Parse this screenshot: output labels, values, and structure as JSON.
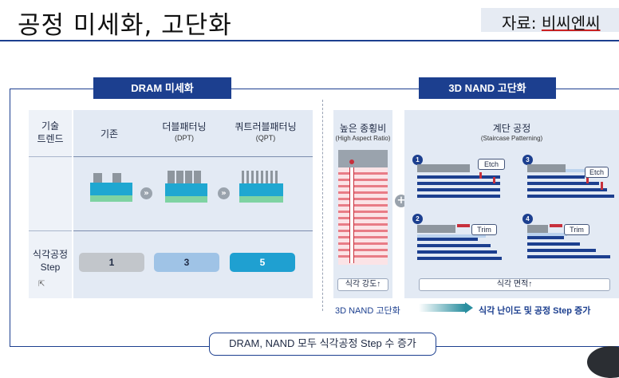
{
  "header": {
    "title": "공정 미세화, 고단화",
    "source_label": "자료: ",
    "source_value": "비씨엔씨"
  },
  "dram": {
    "section_title": "DRAM 미세화",
    "row_labels": {
      "trend": "기술\n트렌드",
      "etch_step": "식각공정\nStep"
    },
    "columns": [
      {
        "name": "기존",
        "sub": ""
      },
      {
        "name": "더블패터닝",
        "sub": "(DPT)"
      },
      {
        "name": "쿼트러블패터닝",
        "sub": "(QPT)"
      }
    ],
    "steps": [
      "1",
      "3",
      "5"
    ],
    "step_colors": [
      "#c2c6cb",
      "#9fc3e6",
      "#1fa0d1"
    ]
  },
  "nand": {
    "section_title": "3D NAND 고단화",
    "har_title": "높은 종횡비",
    "har_sub": "(High Aspect Ratio)",
    "staircase_title": "계단 공정",
    "staircase_sub": "(Staircase Patterning)",
    "etch_strength": "식각 강도↑",
    "etch_area": "식각 면적↑",
    "step_numbers": [
      "1",
      "2",
      "3",
      "4"
    ],
    "step_tags": [
      "Etch",
      "Trim",
      "Etch",
      "Trim"
    ],
    "flow_from": "3D NAND 고단화",
    "flow_to": "식각 난이도 및 공정 Step 증가",
    "plus_symbol": "+"
  },
  "conclusion": "DRAM, NAND 모두 식각공정 Step 수 증가",
  "colors": {
    "brand_navy": "#1c3f8f",
    "accent_teal": "#1fa7d1",
    "accent_green": "#7ed3a2"
  }
}
